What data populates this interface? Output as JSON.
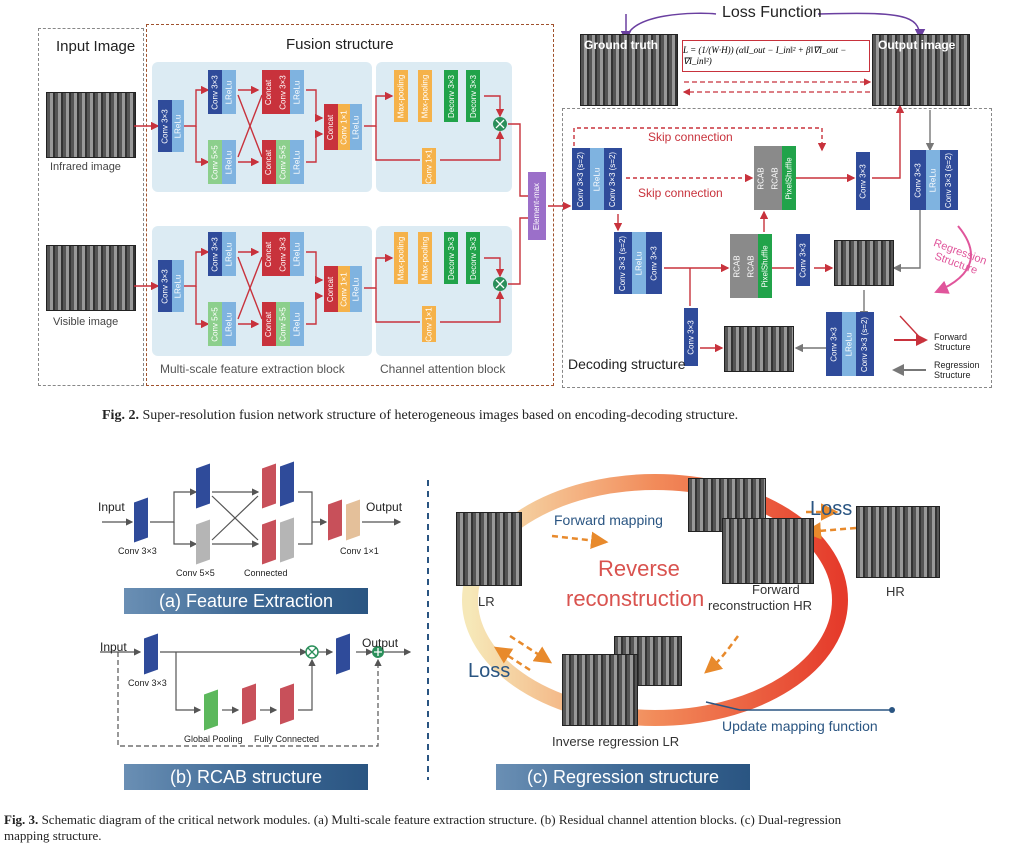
{
  "fig2": {
    "input_image_title": "Input Image",
    "infrared_label": "Infrared image",
    "visible_label": "Visible image",
    "fusion_title": "Fusion structure",
    "multiscale_label": "Multi-scale feature extraction block",
    "channel_attention_label": "Channel attention block",
    "loss_title": "Loss Function",
    "ground_truth_label": "Ground truth",
    "output_image_label": "Output image",
    "formula_text": "L = (1/(W·H)) (α‖I_out − I_in‖² + β‖∇I_out − ∇I_in‖²)",
    "skip1": "Skip connection",
    "skip2": "Skip connection",
    "regression_structure": "Regression Structure",
    "decoding_title": "Decoding structure",
    "legend_forward": "Forward Structure",
    "legend_regression": "Regression Structure",
    "element_max": "Element-max",
    "blocks": {
      "conv3": "Conv 3×3",
      "conv5": "Conv 5×5",
      "lrelu": "LReLu",
      "concat": "Concat",
      "conv1": "Conv 1×1",
      "maxpool": "Max-pooling",
      "deconv3": "Deconv 3×3",
      "conv3s2": "Conv 3×3 (s=2)",
      "rcab": "RCAB",
      "pixelshuffle": "PixelShuffle"
    },
    "caption_label": "Fig. 2.",
    "caption_text": "Super-resolution fusion network structure of heterogeneous images based on encoding-decoding structure."
  },
  "fig3": {
    "a": {
      "input": "Input",
      "output": "Output",
      "conv3": "Conv 3×3",
      "conv5": "Conv 5×5",
      "connected": "Connected",
      "conv1": "Conv 1×1",
      "banner": "(a)  Feature Extraction"
    },
    "b": {
      "input": "Input",
      "output": "Output",
      "conv3": "Conv 3×3",
      "global_pooling": "Global Pooling",
      "fully_connected": "Fully Connected",
      "banner": "(b)  RCAB structure"
    },
    "c": {
      "forward_mapping": "Forward mapping",
      "loss_top": "Loss",
      "lr": "LR",
      "hr": "HR",
      "reverse": "Reverse",
      "reconstruction": "reconstruction",
      "forward_hr_1": "Forward",
      "forward_hr_2": "reconstruction HR",
      "loss_left": "Loss",
      "inverse_lr": "Inverse regression LR",
      "update": "Update mapping function",
      "banner": "(c)  Regression structure"
    },
    "caption_label": "Fig. 3.",
    "caption_text_1": "Schematic diagram of the critical network modules. (a) Multi-scale feature extraction structure. (b) Residual channel attention blocks. (c) Dual-regression",
    "caption_text_2": "mapping structure."
  },
  "colors": {
    "dark_blue": "#2f4b9a",
    "light_blue": "#7fb3e0",
    "red": "#c8323c",
    "green": "#21a34a",
    "orange": "#f5b24a",
    "purple": "#9b6fc9",
    "gray": "#8a8a8a",
    "panel_bg": "#dcebf3",
    "frame_brown": "#a0522d"
  }
}
